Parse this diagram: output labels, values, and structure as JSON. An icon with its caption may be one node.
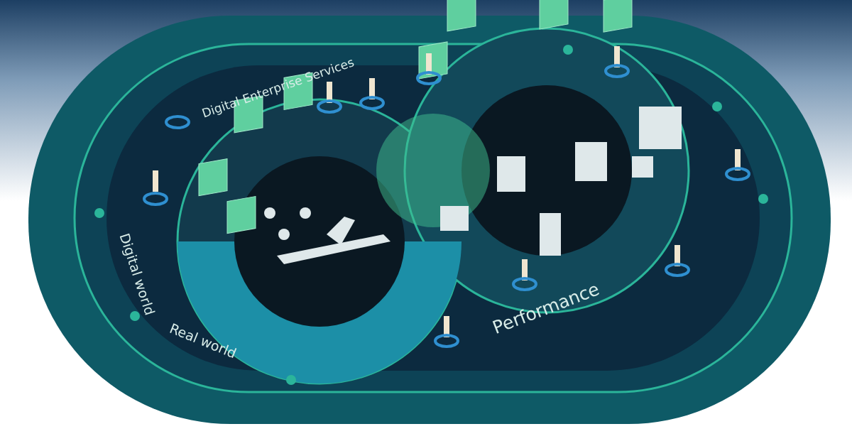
{
  "diagram": {
    "labels": [
      "Digital Enterprise Services",
      "Digital world",
      "Real world",
      "Performance"
    ]
  }
}
